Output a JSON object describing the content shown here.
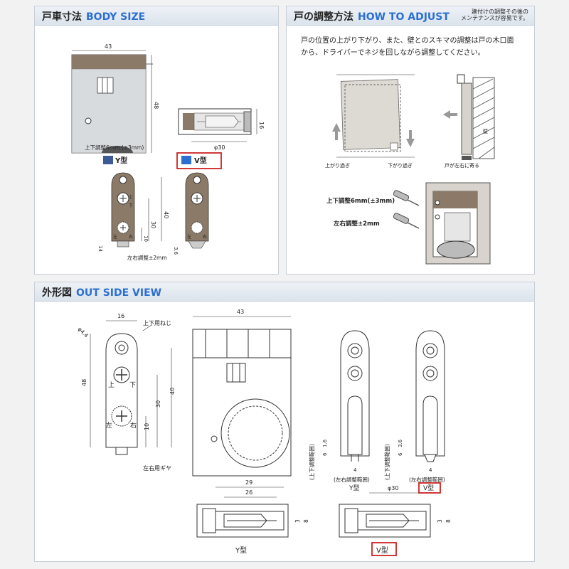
{
  "body_size": {
    "title_jp": "戸車寸法",
    "title_en": "BODY SIZE",
    "width_label": "43",
    "height_label": "48",
    "adjust_label": "上下調整6mm (±3mm)",
    "side_height_label": "16",
    "side_width_label": "φ30",
    "y_type_label": "Y型",
    "v_type_label": "V型",
    "y_dim_30": "30",
    "y_dim_40": "40",
    "y_dim_10": "10",
    "y_dim_14": "14",
    "v_dim_36": "3.6",
    "lr_adjust_label": "左右調整±2mm",
    "screw_up": "上",
    "screw_down": "下",
    "screw_left": "左",
    "screw_right": "右"
  },
  "how_to_adjust": {
    "title_jp": "戸の調整方法",
    "title_en": "HOW TO ADJUST",
    "note_line1": "建付けの調整その後の",
    "note_line2": "メンテナンスが容易です。",
    "desc_line1": "戸の位置の上がり下がり、また、壁とのスキマの調整は戸の木口面",
    "desc_line2": "から、ドライバーでネジを回しながら調整してください。",
    "label_up": "上がり過ぎ",
    "label_down": "下がり過ぎ",
    "label_left": "戸が左右に寄る",
    "wall_label": "壁",
    "ud_adjust": "上下調整6mm(±3mm)",
    "lr_adjust": "左右調整±2mm"
  },
  "outside_view": {
    "title_jp": "外形図",
    "title_en": "OUT SIDE VIEW",
    "dim_16": "16",
    "dim_phi44": "φ4.4",
    "label_screw": "上下用ねじ",
    "dim_48": "48",
    "dim_40": "40",
    "dim_30": "30",
    "dim_10": "10",
    "label_gear": "左右用ギヤ",
    "up": "上",
    "down": "下",
    "left": "左",
    "right": "右",
    "dim_43": "43",
    "dim_29": "29",
    "dim_26": "26",
    "dim_8a": "8",
    "dim_3a": "3",
    "dim_phi30": "φ30",
    "dim_8b": "8",
    "dim_3b": "3",
    "y_label_bottom": "Y型",
    "v_label_bottom": "V型",
    "ud_range": "(上下調整範囲)",
    "lr_range": "(左右調整範囲)",
    "dim_16v": "1.6",
    "dim_6": "6",
    "dim_4": "4",
    "dim_36v": "3.6",
    "dim_6b": "6",
    "dim_4b": "4",
    "y_label_profile": "Y型",
    "v_label_profile": "V型"
  },
  "colors": {
    "header_en": "#2b6fd1",
    "highlight_red": "#cc2222",
    "body_brown": "#8b7a68",
    "panel_border": "#c8cfd8"
  }
}
